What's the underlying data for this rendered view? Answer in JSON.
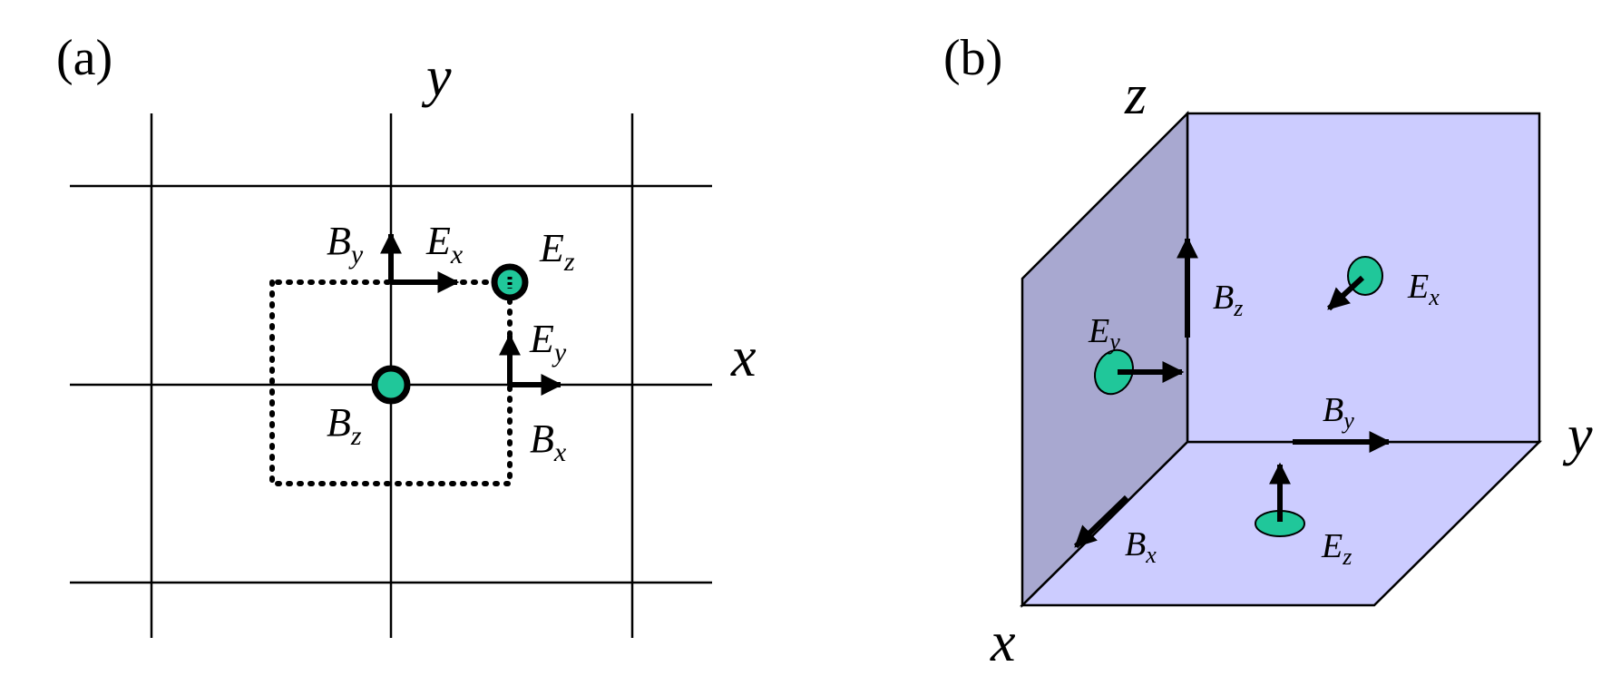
{
  "panel_a": {
    "label": "(a)",
    "axes": {
      "x": "x",
      "y": "y"
    },
    "fields": {
      "By": {
        "sym": "B",
        "sub": "y"
      },
      "Ex": {
        "sym": "E",
        "sub": "x"
      },
      "Ez": {
        "sym": "E",
        "sub": "z"
      },
      "Ey": {
        "sym": "E",
        "sub": "y"
      },
      "Bz": {
        "sym": "B",
        "sub": "z"
      },
      "Bx": {
        "sym": "B",
        "sub": "x"
      }
    }
  },
  "panel_b": {
    "label": "(b)",
    "axes": {
      "x": "x",
      "y": "y",
      "z": "z"
    },
    "fields": {
      "Bz": {
        "sym": "B",
        "sub": "z"
      },
      "Ex": {
        "sym": "E",
        "sub": "x"
      },
      "Ey": {
        "sym": "E",
        "sub": "y"
      },
      "By": {
        "sym": "B",
        "sub": "y"
      },
      "Bx": {
        "sym": "B",
        "sub": "x"
      },
      "Ez": {
        "sym": "E",
        "sub": "z"
      }
    }
  },
  "colors": {
    "node_fill": "#20c79a",
    "face_light": "#ccccff",
    "face_dark": "#a8a8d0",
    "line": "#000000"
  }
}
